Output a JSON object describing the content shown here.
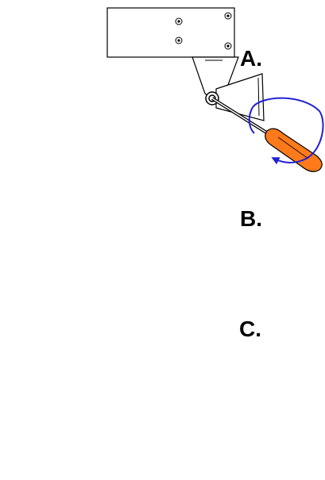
{
  "steps": {
    "a": "A.",
    "b": "B.",
    "c": "C."
  },
  "colors": {
    "arrow": "#1f1fd6",
    "screwdriver_handle": "#ff7a1a",
    "outline": "#000000",
    "hand": "#ffffff"
  },
  "icons": {
    "hand": "hand-icon",
    "screwdriver": "screwdriver-icon",
    "rotate_arrow": "rotate-arrow-icon",
    "swing_arrow": "swing-arrow-icon"
  }
}
